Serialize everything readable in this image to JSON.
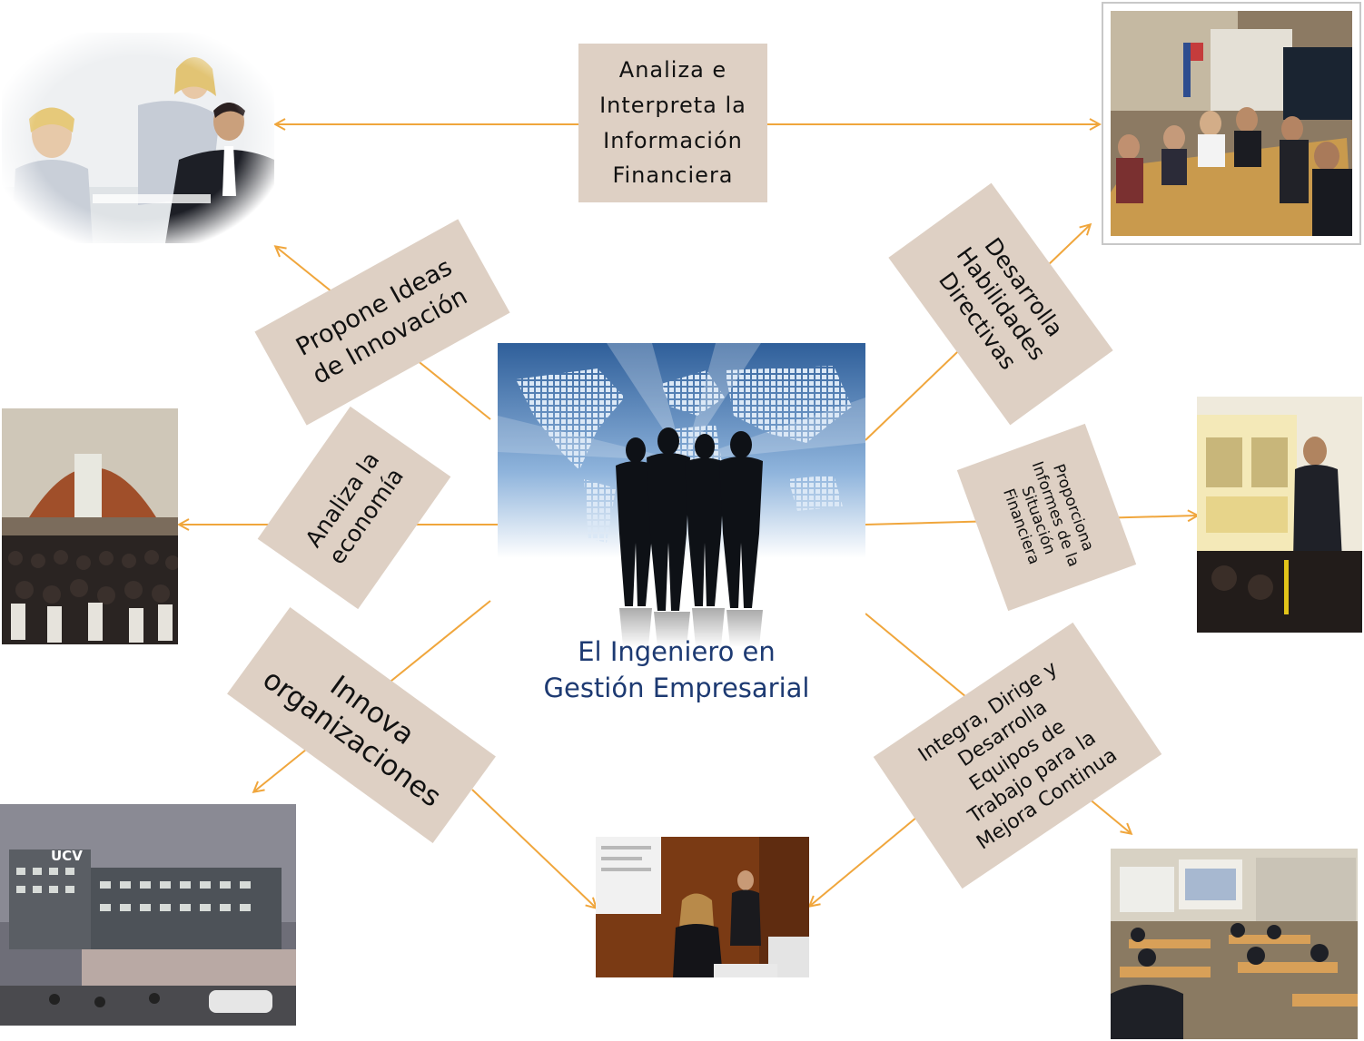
{
  "center": {
    "title": "El Ingeniero en\nGestión Empresarial"
  },
  "boxes": {
    "analiza_info": "Analiza e\nInterpreta la\nInformación\nFinanciera",
    "propone": "Propone Ideas\nde Innovación",
    "analiza_economia": "Analiza la\neconomía",
    "innova": "Innova\norganizaciones",
    "desarrolla": "Desarrolla\nHabilidades\nDirectivas",
    "proporciona": "Proporciona\nInformes de la\nSituación\nFinanciera",
    "integra": "Integra, Dirige y\nDesarrolla\nEquipos de\nTrabajo para la\nMejora Continua"
  },
  "photos": {
    "ucv_sign": "UCV"
  },
  "colors": {
    "arrow": "#f0a63c",
    "box": "#ded0c4",
    "title": "#1d3a72"
  }
}
